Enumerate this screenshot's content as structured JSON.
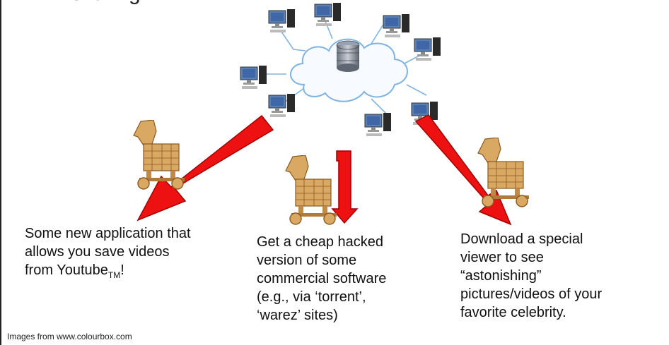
{
  "header": {
    "partial_title": "… sharing"
  },
  "network": {
    "icon": "cloud-server-network-icon"
  },
  "horses": {
    "icon": "trojan-horse-icon"
  },
  "captions": {
    "left": {
      "line1": "Some new application that",
      "line2": "allows you save videos",
      "line3_pre": "from Youtube",
      "line3_sub": "TM",
      "line3_post": "!"
    },
    "middle": {
      "line1": "Get a cheap hacked",
      "line2": "version of some",
      "line3": "commercial software",
      "line4": "(e.g., via ‘torrent’,",
      "line5": "‘warez’ sites)"
    },
    "right": {
      "line1": "Download a special",
      "line2": "viewer to see",
      "line3": "“astonishing”",
      "line4": "pictures/videos of your",
      "line5": "favorite celebrity."
    }
  },
  "credit": "Images from www.colourbox.com",
  "colors": {
    "arrow": "#ee1111",
    "arrow_edge": "#a00000",
    "wood": "#d9a863",
    "wood_dark": "#8a5a22",
    "cloud_edge": "#7fb3e0"
  }
}
